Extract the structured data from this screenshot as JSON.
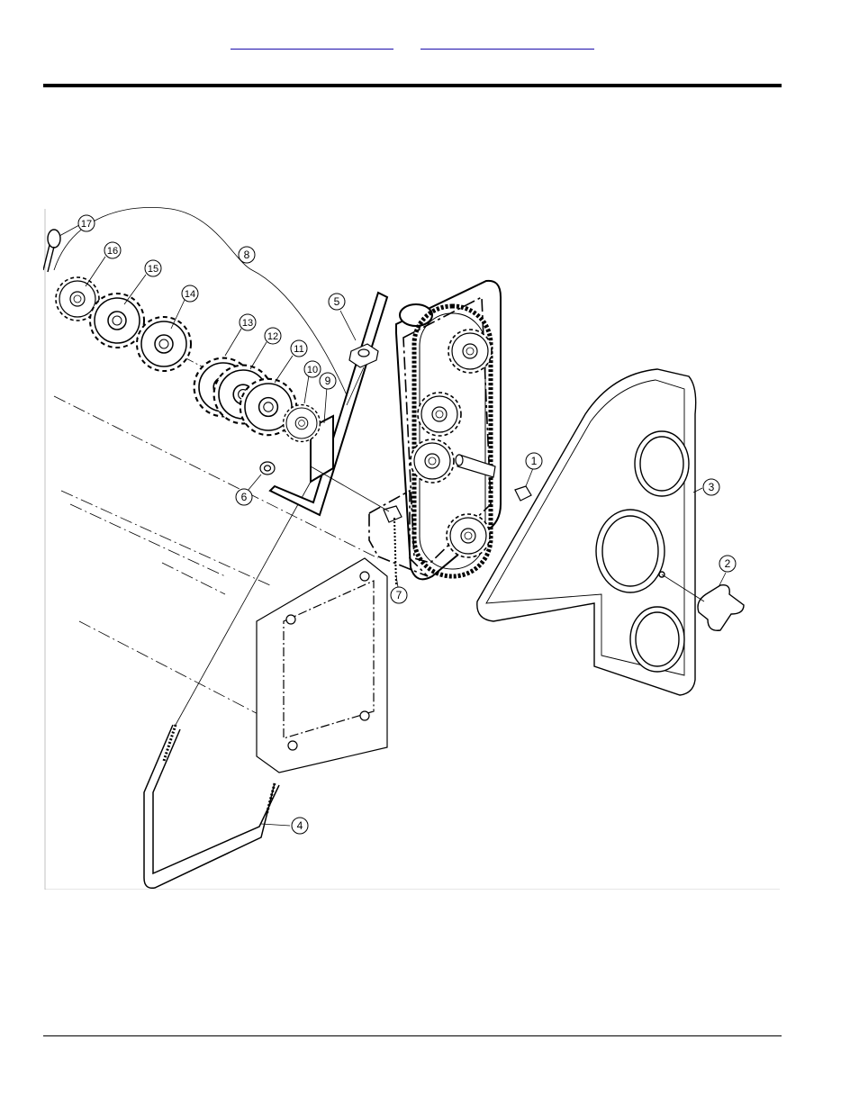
{
  "header": {
    "links": [
      "",
      ""
    ]
  },
  "diagram": {
    "callouts": [
      "1",
      "2",
      "3",
      "4",
      "5",
      "6",
      "7",
      "8",
      "9",
      "10",
      "11",
      "12",
      "13",
      "14",
      "15",
      "16",
      "17"
    ]
  }
}
